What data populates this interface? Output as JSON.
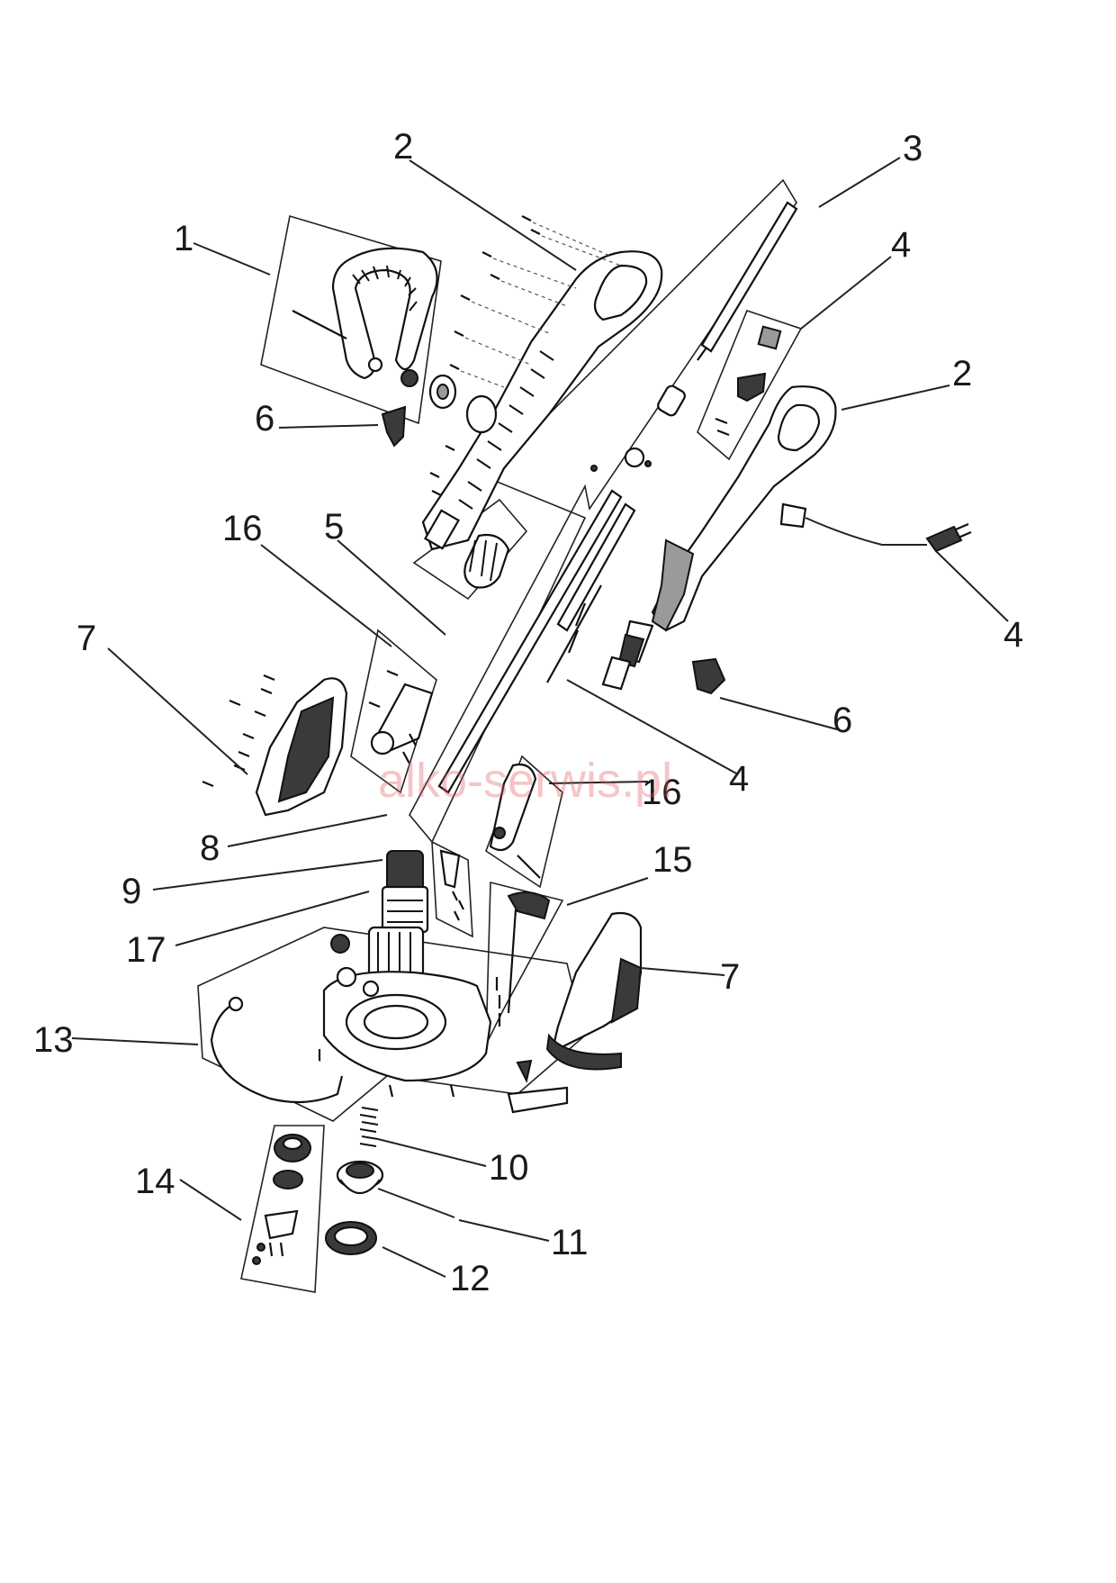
{
  "diagram": {
    "watermark": "alko-serwis.pl",
    "callouts": [
      {
        "id": "c1",
        "label": "1"
      },
      {
        "id": "c2a",
        "label": "2"
      },
      {
        "id": "c2b",
        "label": "2"
      },
      {
        "id": "c3",
        "label": "3"
      },
      {
        "id": "c4a",
        "label": "4"
      },
      {
        "id": "c4b",
        "label": "4"
      },
      {
        "id": "c4c",
        "label": "4"
      },
      {
        "id": "c5",
        "label": "5"
      },
      {
        "id": "c6a",
        "label": "6"
      },
      {
        "id": "c6b",
        "label": "6"
      },
      {
        "id": "c7a",
        "label": "7"
      },
      {
        "id": "c7b",
        "label": "7"
      },
      {
        "id": "c8",
        "label": "8"
      },
      {
        "id": "c9",
        "label": "9"
      },
      {
        "id": "c10",
        "label": "10"
      },
      {
        "id": "c11",
        "label": "11"
      },
      {
        "id": "c12",
        "label": "12"
      },
      {
        "id": "c13",
        "label": "13"
      },
      {
        "id": "c14",
        "label": "14"
      },
      {
        "id": "c15",
        "label": "15"
      },
      {
        "id": "c16a",
        "label": "16"
      },
      {
        "id": "c16b",
        "label": "16"
      },
      {
        "id": "c17",
        "label": "17"
      }
    ]
  }
}
